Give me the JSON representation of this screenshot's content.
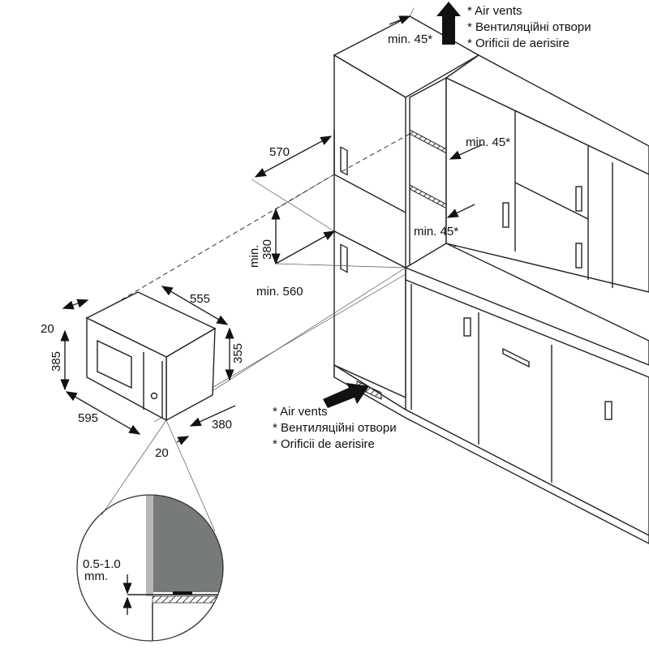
{
  "microwave": {
    "depth_top": "555",
    "height_side": "355",
    "height_front": "385",
    "frame_top": "20",
    "width": "595",
    "depth_bottom": "380",
    "frame_bottom": "20"
  },
  "niche": {
    "width": "570",
    "height_label_line1": "min.",
    "height_label_line2": "380",
    "depth": "min. 560",
    "gap_top": "min. 45*",
    "gap_middle": "min. 45*",
    "gap_lower": "min. 45*"
  },
  "vents_top": {
    "line1": "* Air vents",
    "line2": "* Вентиляційні отвори",
    "line3": "* Orificii de aerisire"
  },
  "vents_bottom": {
    "line1": "* Air vents",
    "line2": "* Вентиляційні отвори",
    "line3": "* Orificii de aerisire"
  },
  "detail": {
    "gap_line1": "0.5-1.0",
    "gap_line2": "mm."
  },
  "colors": {
    "detail_fill": "#767a7a",
    "frame_fill": "#b8b8b8"
  }
}
